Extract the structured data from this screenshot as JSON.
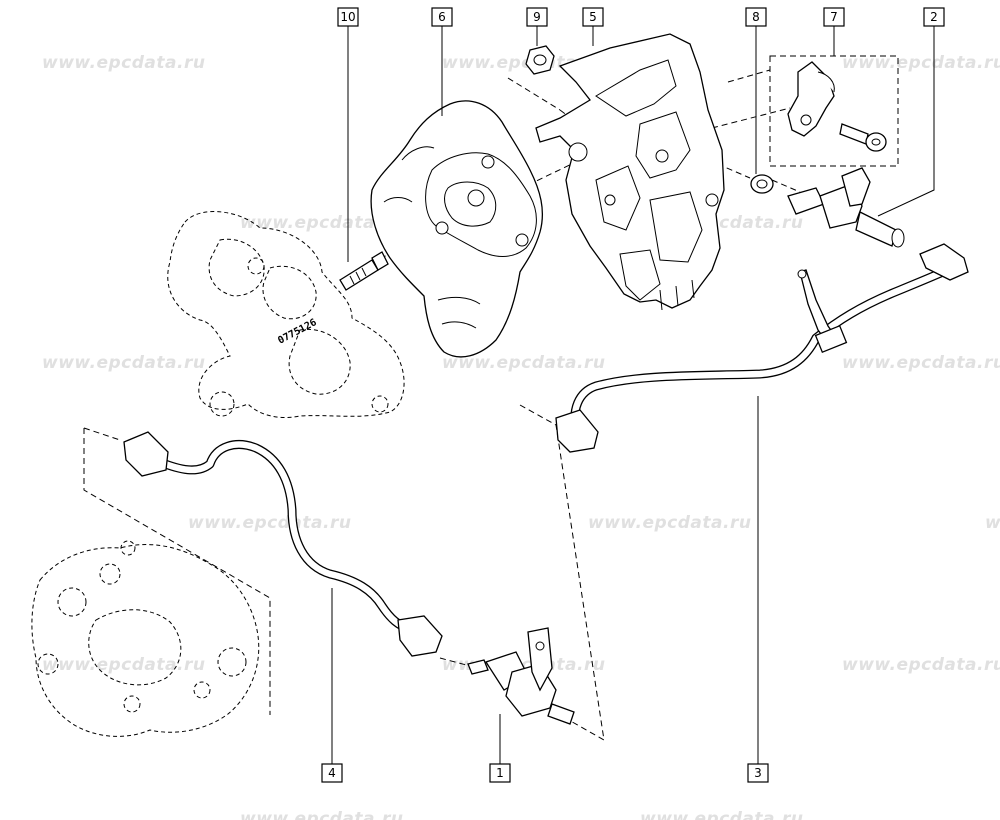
{
  "watermark": {
    "text": "www.epcdata.ru"
  },
  "part_code": "0775126",
  "callouts": [
    {
      "id": "c1",
      "label": "1"
    },
    {
      "id": "c2",
      "label": "2"
    },
    {
      "id": "c3",
      "label": "3"
    },
    {
      "id": "c4",
      "label": "4"
    },
    {
      "id": "c5",
      "label": "5"
    },
    {
      "id": "c6",
      "label": "6"
    },
    {
      "id": "c7",
      "label": "7"
    },
    {
      "id": "c8",
      "label": "8"
    },
    {
      "id": "c9",
      "label": "9"
    },
    {
      "id": "c10",
      "label": "10"
    }
  ]
}
